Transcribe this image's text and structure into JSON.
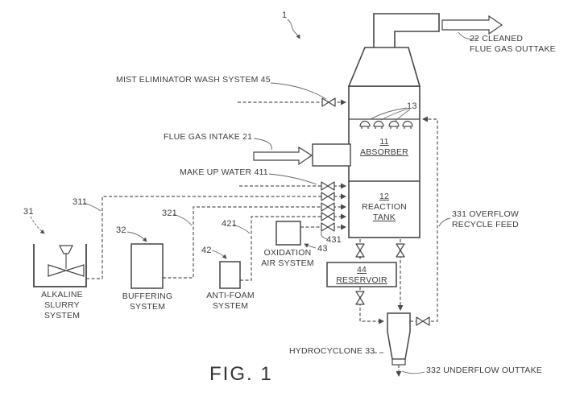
{
  "figure": {
    "caption": "FIG. 1",
    "system_ref": "1"
  },
  "tower": {
    "absorber_ref": "11",
    "absorber_name": "ABSORBER",
    "tank_ref": "12",
    "tank_name_line1": "REACTION",
    "tank_name_line2": "TANK",
    "spray_ref": "13"
  },
  "streams": {
    "mist_wash": "MIST ELIMINATOR WASH SYSTEM 45",
    "flue_gas_intake": "FLUE GAS INTAKE 21",
    "make_up_water": "MAKE UP WATER 411",
    "cleaned_line1": "22 CLEANED",
    "cleaned_line2": "FLUE GAS OUTTAKE",
    "overflow_line1": "331 OVERFLOW",
    "overflow_line2": "RECYCLE FEED",
    "underflow": "332 UNDERFLOW OUTTAKE"
  },
  "equipment": {
    "alkaline": {
      "ref": "31",
      "line_ref": "311",
      "lines": [
        "ALKALINE",
        "SLURRY",
        "SYSTEM"
      ]
    },
    "buffering": {
      "ref": "32",
      "line_ref": "321",
      "lines": [
        "BUFFERING",
        "SYSTEM"
      ]
    },
    "antifoam": {
      "ref": "42",
      "line_ref": "421",
      "lines": [
        "ANTI-FOAM",
        "SYSTEM"
      ]
    },
    "oxidation": {
      "ref": "43",
      "line_ref": "431",
      "lines": [
        "OXIDATION",
        "AIR SYSTEM"
      ]
    },
    "reservoir": {
      "ref": "44",
      "name": "RESERVOIR"
    },
    "hydrocyclone": "HYDROCYCLONE 33"
  },
  "colors": {
    "line": "#4a4a4a",
    "pipe": "#555555",
    "text": "#3c3c3c",
    "background": "#ffffff"
  }
}
